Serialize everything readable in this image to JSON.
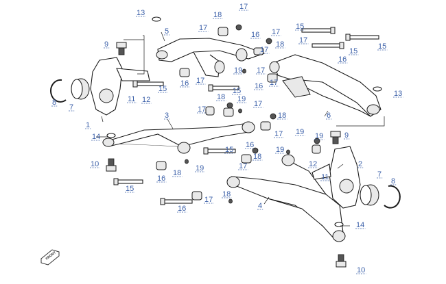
{
  "diagram": {
    "title": "",
    "callouts": [
      {
        "num": "1"
      },
      {
        "num": "2"
      },
      {
        "num": "3"
      },
      {
        "num": "4"
      },
      {
        "num": "5"
      },
      {
        "num": "6"
      },
      {
        "num": "7"
      },
      {
        "num": "7"
      },
      {
        "num": "8"
      },
      {
        "num": "8"
      },
      {
        "num": "9"
      },
      {
        "num": "9"
      },
      {
        "num": "10"
      },
      {
        "num": "10"
      },
      {
        "num": "11"
      },
      {
        "num": "11"
      },
      {
        "num": "12"
      },
      {
        "num": "12"
      },
      {
        "num": "13"
      },
      {
        "num": "13"
      },
      {
        "num": "14"
      },
      {
        "num": "14"
      },
      {
        "num": "15"
      },
      {
        "num": "15"
      },
      {
        "num": "15"
      },
      {
        "num": "15"
      },
      {
        "num": "15"
      },
      {
        "num": "15"
      },
      {
        "num": "15"
      },
      {
        "num": "16"
      },
      {
        "num": "16"
      },
      {
        "num": "16"
      },
      {
        "num": "16"
      },
      {
        "num": "16"
      },
      {
        "num": "16"
      },
      {
        "num": "16"
      },
      {
        "num": "17"
      },
      {
        "num": "17"
      },
      {
        "num": "17"
      },
      {
        "num": "17"
      },
      {
        "num": "17"
      },
      {
        "num": "17"
      },
      {
        "num": "17"
      },
      {
        "num": "17"
      },
      {
        "num": "17"
      },
      {
        "num": "17"
      },
      {
        "num": "17"
      },
      {
        "num": "17"
      },
      {
        "num": "17"
      },
      {
        "num": "18"
      },
      {
        "num": "18"
      },
      {
        "num": "18"
      },
      {
        "num": "18"
      },
      {
        "num": "18"
      },
      {
        "num": "18"
      },
      {
        "num": "18"
      },
      {
        "num": "19"
      },
      {
        "num": "19"
      },
      {
        "num": "19"
      },
      {
        "num": "19"
      },
      {
        "num": "19"
      },
      {
        "num": "19"
      }
    ],
    "front_badge": "FRONT"
  }
}
